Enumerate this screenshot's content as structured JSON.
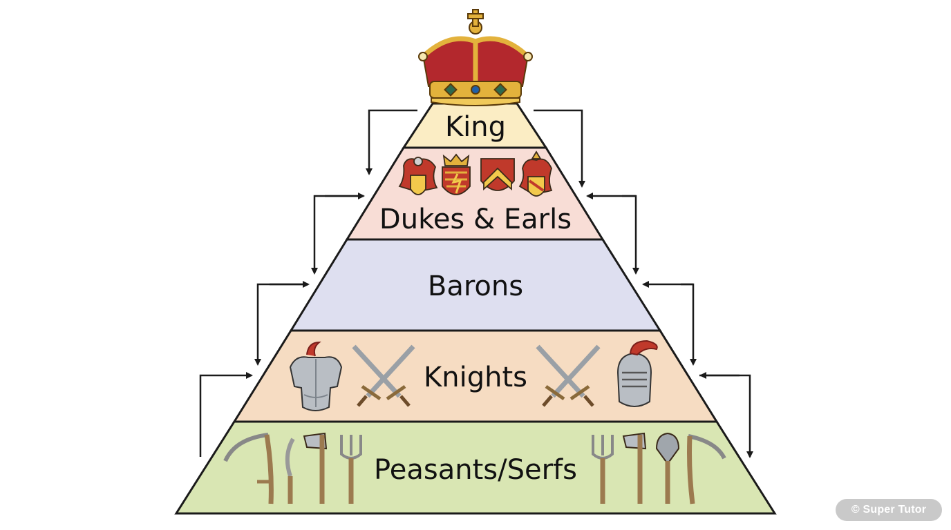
{
  "tiers": [
    {
      "label": "King",
      "fill": "#fbedc4"
    },
    {
      "label": "Dukes & Earls",
      "fill": "#f8ddd6"
    },
    {
      "label": "Barons",
      "fill": "#dedff0"
    },
    {
      "label": "Knights",
      "fill": "#f6dcc2"
    },
    {
      "label": "Peasants/Serfs",
      "fill": "#d9e6b3"
    }
  ],
  "icons": {
    "top": "crown-icon",
    "nobility": [
      "griffin-crest-icon",
      "crowned-shield-icon",
      "chevron-shield-icon",
      "lion-crest-icon"
    ],
    "knights_left": [
      "breastplate-armor-icon",
      "crossed-swords-icon"
    ],
    "knights_right": [
      "crossed-swords-icon",
      "knight-helmet-icon"
    ],
    "peasants_left": [
      "scythe-icon",
      "sickle-icon",
      "axe-icon",
      "pitchfork-icon"
    ],
    "peasants_right": [
      "pitchfork-icon",
      "axe-icon",
      "shovel-icon",
      "scythe-icon"
    ]
  },
  "colors": {
    "outline": "#1a1a1a",
    "crown_gold": "#e3b23c",
    "crown_red": "#b3282d",
    "steel": "#b9bec4",
    "wood": "#9c7a4f",
    "plume": "#c0392b"
  },
  "watermark": "© Super Tutor"
}
